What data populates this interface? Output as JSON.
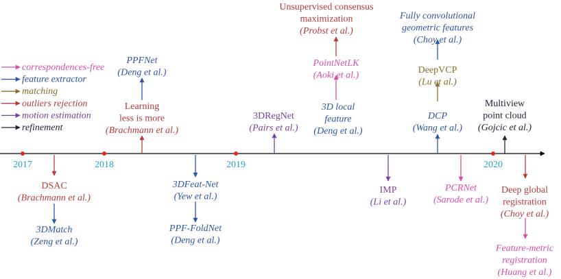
{
  "colors": {
    "correspondences_free": "#d94fa8",
    "feature_extractor": "#2d55a8",
    "matching": "#8a6d2a",
    "outliers_rejection": "#b83c3c",
    "motion_estimation": "#7a3fa0",
    "refinement": "#1c2236",
    "axis": "#000000",
    "year_dot": "#e0251b",
    "year_text": "#2a9fd6"
  },
  "legend": [
    {
      "label": "correspondences-free",
      "color_key": "correspondences_free"
    },
    {
      "label": "feature extractor",
      "color_key": "feature_extractor"
    },
    {
      "label": "matching",
      "color_key": "matching"
    },
    {
      "label": "outliers rejection",
      "color_key": "outliers_rejection"
    },
    {
      "label": "motion estimation",
      "color_key": "motion_estimation"
    },
    {
      "label": "refinement",
      "color_key": "refinement"
    }
  ],
  "years": [
    "2017",
    "2018",
    "2019",
    "2020"
  ],
  "methods": [
    {
      "title": [
        "DSAC"
      ],
      "author": "(Brachmann et al.)",
      "color_key": "outliers_rejection",
      "title_italic": false
    },
    {
      "title": [
        "3DMatch"
      ],
      "author": "(Zeng et al.)",
      "color_key": "feature_extractor",
      "title_italic": true
    },
    {
      "title": [
        "PPFNet"
      ],
      "author": "(Deng et al.)",
      "color_key": "feature_extractor",
      "title_italic": true
    },
    {
      "title": [
        "Learning",
        "less is more"
      ],
      "author": "(Brachmann et al.)",
      "color_key": "outliers_rejection",
      "title_italic": false
    },
    {
      "title": [
        "3DFeat-Net"
      ],
      "author": "(Yew et al.)",
      "color_key": "feature_extractor",
      "title_italic": true
    },
    {
      "title": [
        "PPF-FoldNet"
      ],
      "author": "(Deng et al.)",
      "color_key": "feature_extractor",
      "title_italic": true
    },
    {
      "title": [
        "3DRegNet"
      ],
      "author": "(Pairs et al.)",
      "color_key": "motion_estimation",
      "title_italic": false
    },
    {
      "title": [
        "3D local",
        "feature"
      ],
      "author": "(Deng et al.)",
      "color_key": "feature_extractor",
      "title_italic": true
    },
    {
      "title": [
        "PointNetLK"
      ],
      "author": "(Aoki et al.)",
      "color_key": "correspondences_free",
      "title_italic": true
    },
    {
      "title": [
        "Unsupervised consensus",
        "maximization"
      ],
      "author": "(Probst et al.)",
      "color_key": "outliers_rejection",
      "title_italic": false
    },
    {
      "title": [
        "IMP"
      ],
      "author": "(Li et al.)",
      "color_key": "motion_estimation",
      "title_italic": false
    },
    {
      "title": [
        "DCP"
      ],
      "author": "(Wang et al.)",
      "color_key": "feature_extractor",
      "title_italic": true
    },
    {
      "title": [
        "DeepVCP"
      ],
      "author": "(Lu et al.)",
      "color_key": "matching",
      "title_italic": false
    },
    {
      "title": [
        "Fully convolutional",
        "geometric features"
      ],
      "author": "(Choy et al.)",
      "color_key": "feature_extractor",
      "title_italic": true
    },
    {
      "title": [
        "PCRNet"
      ],
      "author": "(Sarode et al.)",
      "color_key": "correspondences_free",
      "title_italic": true
    },
    {
      "title": [
        "Multiview",
        "point cloud"
      ],
      "author": "(Gojcic et al.)",
      "color_key": "refinement",
      "title_italic": false
    },
    {
      "title": [
        "Deep global",
        "registration"
      ],
      "author": "(Choy et al.)",
      "color_key": "outliers_rejection",
      "title_italic": false
    },
    {
      "title": [
        "Feature-metric",
        "registration"
      ],
      "author": "(Huang  et al.)",
      "color_key": "correspondences_free",
      "title_italic": true
    }
  ]
}
